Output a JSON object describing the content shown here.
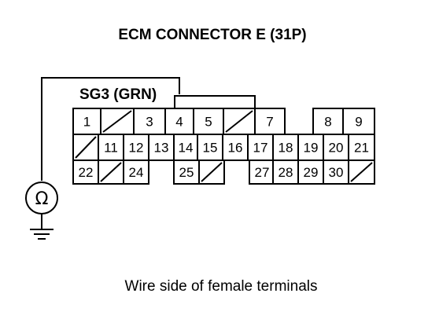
{
  "title": "ECM CONNECTOR E (31P)",
  "probe_label": "SG3 (GRN)",
  "caption": "Wire side of female terminals",
  "meter_symbol": "Ω",
  "icons": {
    "meter": "ohmmeter-icon",
    "ground": "ground-icon"
  },
  "connector": {
    "rows": [
      [
        {
          "label": "1"
        },
        {
          "label": "",
          "empty": true
        },
        {
          "label": "3"
        },
        {
          "label": "4"
        },
        {
          "label": "5"
        },
        {
          "label": "",
          "empty": true
        },
        {
          "label": "7"
        },
        {
          "label": "",
          "gap": true
        },
        {
          "label": "8"
        },
        {
          "label": "9"
        }
      ],
      [
        {
          "label": "",
          "empty": true
        },
        {
          "label": "11"
        },
        {
          "label": "12"
        },
        {
          "label": "13"
        },
        {
          "label": "14"
        },
        {
          "label": "15"
        },
        {
          "label": "16"
        },
        {
          "label": "17"
        },
        {
          "label": "18"
        },
        {
          "label": "19"
        },
        {
          "label": "20"
        },
        {
          "label": "21"
        }
      ],
      [
        {
          "label": "22"
        },
        {
          "label": "",
          "empty": true
        },
        {
          "label": "24"
        },
        {
          "label": "",
          "gap": true
        },
        {
          "label": "25"
        },
        {
          "label": "",
          "empty": true
        },
        {
          "label": "",
          "gap": true
        },
        {
          "label": "27"
        },
        {
          "label": "28"
        },
        {
          "label": "29"
        },
        {
          "label": "30"
        },
        {
          "label": "",
          "empty": true
        }
      ]
    ]
  }
}
